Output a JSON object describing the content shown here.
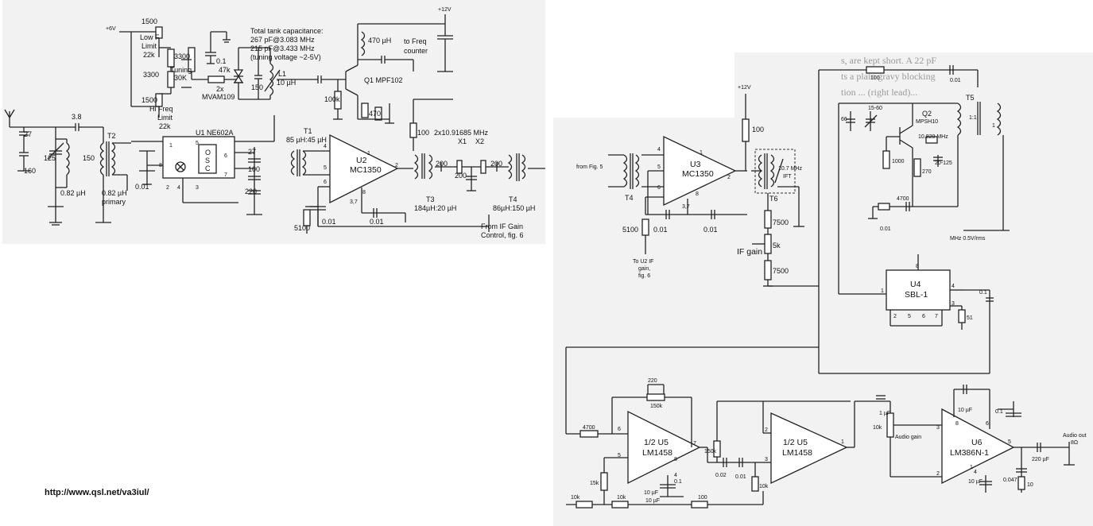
{
  "left_schematic": {
    "supply": "+6V",
    "resistors": [
      "1500",
      "Low F",
      "Limit",
      "22k",
      "3300",
      "3300",
      "Tuning",
      "30K",
      "1500",
      "Hi Freq",
      "Limit",
      "22k",
      "47k",
      "100k",
      "470",
      "100"
    ],
    "tank_note": [
      "Total tank capacitance:",
      "267 pF@3.083 MHz",
      "215 pF@3.433 MHz",
      "(tuning voltage ~2-5V)"
    ],
    "varactor": [
      "2x",
      "MVAM109"
    ],
    "coil_l1": [
      "L1",
      "10 µH"
    ],
    "caps": [
      "27",
      "3.8",
      "160",
      "125",
      "150",
      "0.01",
      "0.1",
      "150",
      "27",
      "100",
      "220",
      "0.01",
      "0.01",
      "200",
      "200",
      "200"
    ],
    "inductors": [
      "0.82 µH",
      "0.82 µH",
      "primary",
      "470 µH"
    ],
    "transformers": [
      "T1",
      "85 µH:45 µH",
      "T2",
      "T3",
      "184µH:20 µH",
      "T4",
      "86µH:150 µH"
    ],
    "u1": [
      "U1 NE602A",
      "O",
      "S",
      "C"
    ],
    "u1_pins": [
      "1",
      "2",
      "4",
      "5",
      "6",
      "7",
      "3",
      "8"
    ],
    "u2": [
      "U2",
      "MC1350"
    ],
    "u2_pins": [
      "4",
      "5",
      "6",
      "1",
      "2",
      "8",
      "3,7"
    ],
    "q1": "Q1 MPF102",
    "freq_counter": [
      "to Freq",
      "counter"
    ],
    "supply_12": "+12V",
    "crystals": [
      "2x10.91685 MHz",
      "X1",
      "X2"
    ],
    "r5100": "5100",
    "from_if": [
      "From IF Gain",
      "Control, fig. 6"
    ]
  },
  "right_schematic": {
    "supply": "+12V",
    "input": "from Fig. 5",
    "t4": "T4",
    "u3": [
      "U3",
      "MC1350"
    ],
    "u3_pins": [
      "4",
      "5",
      "6",
      "1",
      "2",
      "8",
      "3,7"
    ],
    "r100": "100",
    "r5100": "5100",
    "caps_u3": [
      "0.01",
      "0.01"
    ],
    "to_u2": [
      "To U2 IF",
      "gain,",
      "fig. 6"
    ],
    "ift": [
      "10.7 MHz",
      "IFT"
    ],
    "t6": "T6",
    "if_gain": [
      "IF gain",
      "7500",
      "5k",
      "7500"
    ],
    "osc_section": [
      "100",
      "0.01",
      "66",
      "15-60",
      "Q2",
      "MPSH10",
      "T5",
      "1:1",
      "1",
      "10.820 MHz",
      "1000",
      "270",
      "20-125",
      "4700",
      "0.01",
      "MHz 0.5V/rms"
    ],
    "u4": [
      "U4",
      "SBL-1"
    ],
    "u4_pins": [
      "8",
      "1",
      "4",
      "3",
      "2",
      "5",
      "6",
      "7"
    ],
    "u4_misc": [
      "0.1",
      "51"
    ],
    "u5a": [
      "1/2 U5",
      "LM1458"
    ],
    "u5a_misc": [
      "220",
      "150k",
      "4700",
      "6",
      "5",
      "7",
      "8",
      "4",
      "15k",
      "0.1",
      "10 µF"
    ],
    "u5b": [
      "1/2 U5",
      "LM1458"
    ],
    "u5b_misc": [
      "2",
      "3",
      "1",
      "150k",
      "0.02",
      "0.01",
      "10k"
    ],
    "u6": [
      "U6",
      "LM386N-1"
    ],
    "u6_misc": [
      "1 µF",
      "10k",
      "Audio gain",
      "10 µF",
      "0.1",
      "3",
      "2",
      "8",
      "5",
      "4",
      "6",
      "1",
      "10 µF",
      "0.047",
      "220 µF",
      "10"
    ],
    "audio_out": [
      "Audio out",
      "8Ω"
    ],
    "bottom": [
      "10k",
      "10k",
      "100",
      "10 µF"
    ]
  },
  "page_text_lines": [
    "s, are kept short. A 22 pF",
    "ts a plain gravy blocking",
    "",
    "tion ... (right lead)...",
    "",
    "",
    "",
    "",
    "",
    "",
    ""
  ],
  "url": "http://www.qsl.net/va3iul/"
}
